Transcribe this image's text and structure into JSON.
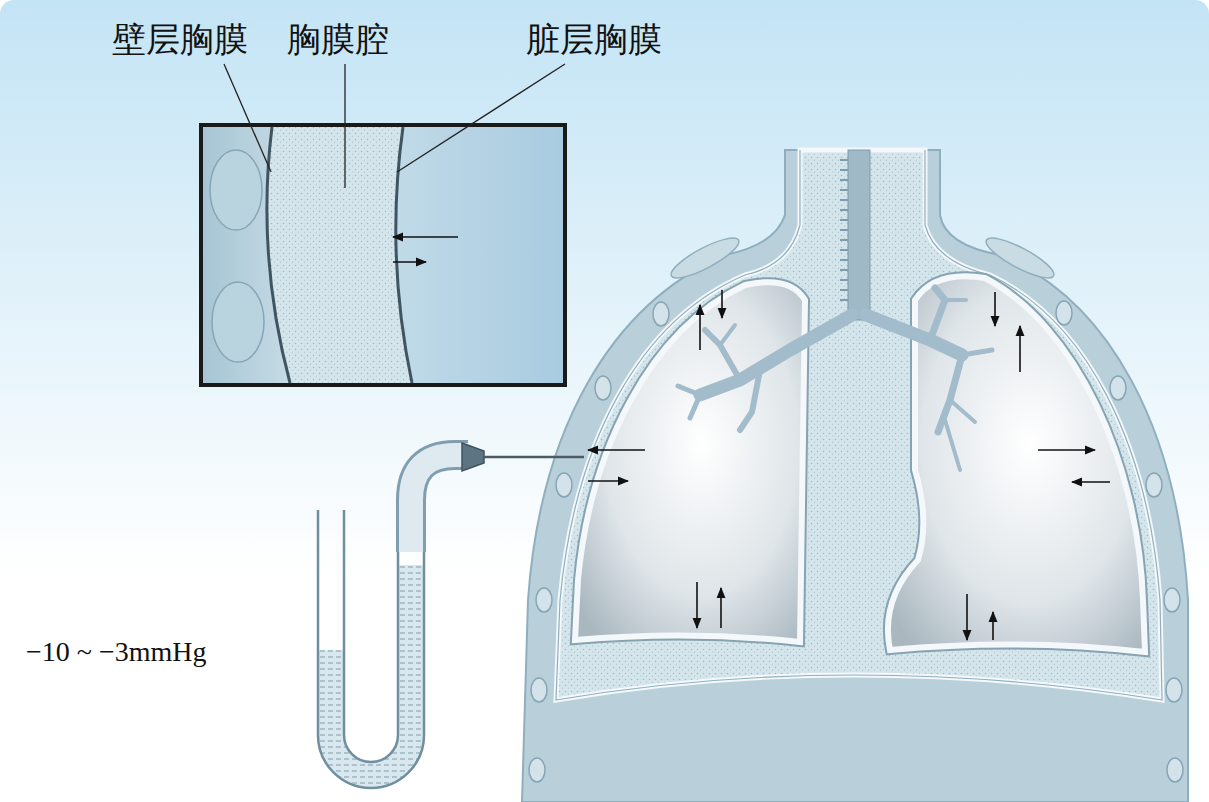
{
  "diagram": {
    "labels": [
      "壁层胸膜",
      "胸膜腔",
      "脏层胸膜",
      "−10 ~ −3mmHg"
    ]
  }
}
